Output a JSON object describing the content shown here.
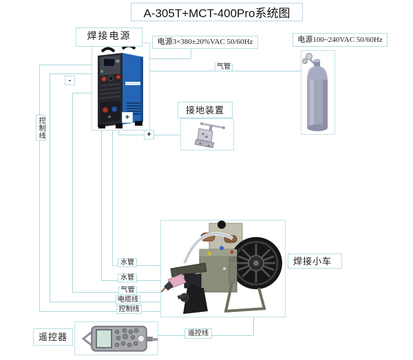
{
  "title": "A-305T+MCT-400Pro系统图",
  "colors": {
    "line": "#a6d8dd",
    "box_border": "#bfe2e6",
    "machine_blue": "#2565b5",
    "cylinder_gray": "#a2a6ba",
    "torch_pink": "#e4aec2"
  },
  "components": {
    "welding_power_label": "焊接电源",
    "power_spec_left": "电源3×380±20%VAC 50/60Hz",
    "power_spec_right": "电源100~240VAC 50/60Hz",
    "ground_device_label": "接地装置",
    "carriage_label": "焊接小车",
    "remote_label": "遥控器"
  },
  "connections": {
    "gas_pipe_top": "气管",
    "water_pipe_1": "水管",
    "water_pipe_2": "水管",
    "gas_pipe_bottom": "气管",
    "cable_line": "电缆线",
    "control_line": "控制线",
    "control_line_vertical": "控制线",
    "remote_line": "遥控线",
    "minus_terminal": "-",
    "plus_terminal_machine": "+",
    "plus_terminal_ground": "+"
  }
}
